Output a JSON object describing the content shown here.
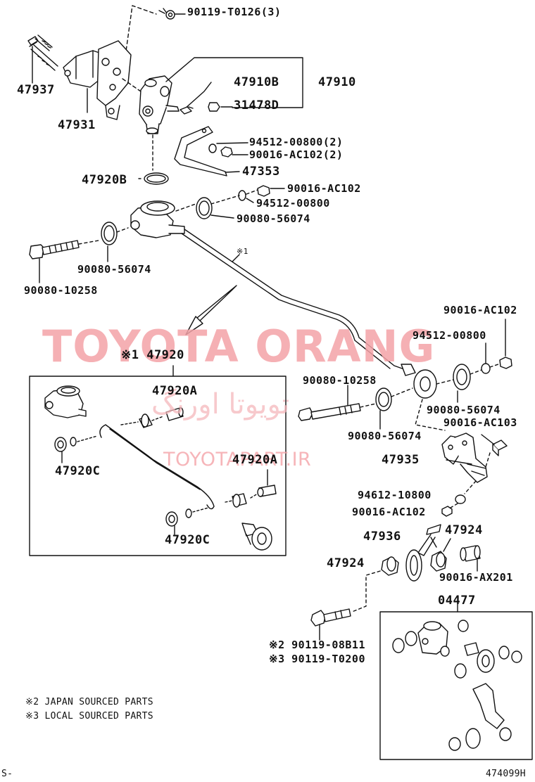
{
  "watermark": {
    "brand": "TOYOTA ORANG",
    "persian": "تویوتا اورنگ",
    "url": "TOYOTAPART.IR"
  },
  "labels": {
    "l_90119_T0126": "90119-T0126(3)",
    "l_47937": "47937",
    "l_47931": "47931",
    "l_47910B": "47910B",
    "l_47910": "47910",
    "l_31478D": "31478D",
    "l_94512_00800_2": "94512-00800(2)",
    "l_90016_AC102_2": "90016-AC102(2)",
    "l_47353": "47353",
    "l_47920B": "47920B",
    "l_90016_AC102_a": "90016-AC102",
    "l_94512_00800_a": "94512-00800",
    "l_90080_56074_a": "90080-56074",
    "l_90080_56074_b": "90080-56074",
    "l_90080_10258_a": "90080-10258",
    "l_note1_mark": "※1",
    "l_47920_assy": "※1 47920",
    "l_47920A_top": "47920A",
    "l_47920C_left": "47920C",
    "l_47920A_right": "47920A",
    "l_47920C_bottom": "47920C",
    "l_90016_AC102_b": "90016-AC102",
    "l_94512_00800_b": "94512-00800",
    "l_90080_10258_b": "90080-10258",
    "l_90080_56074_c": "90080-56074",
    "l_90080_56074_d": "90080-56074",
    "l_90016_AC103": "90016-AC103",
    "l_47935": "47935",
    "l_94612_10800": "94612-10800",
    "l_90016_AC102_c": "90016-AC102",
    "l_47936": "47936",
    "l_47924_right": "47924",
    "l_47924_left": "47924",
    "l_90016_AX201": "90016-AX201",
    "l_04477": "04477",
    "l_90119_08B11": "※2 90119-08B11",
    "l_90119_T0200": "※3 90119-T0200"
  },
  "notes": {
    "japan": "※2 JAPAN SOURCED PARTS",
    "local": "※3 LOCAL SOURCED PARTS"
  },
  "footer": {
    "left": "S-",
    "code": "474099H"
  }
}
